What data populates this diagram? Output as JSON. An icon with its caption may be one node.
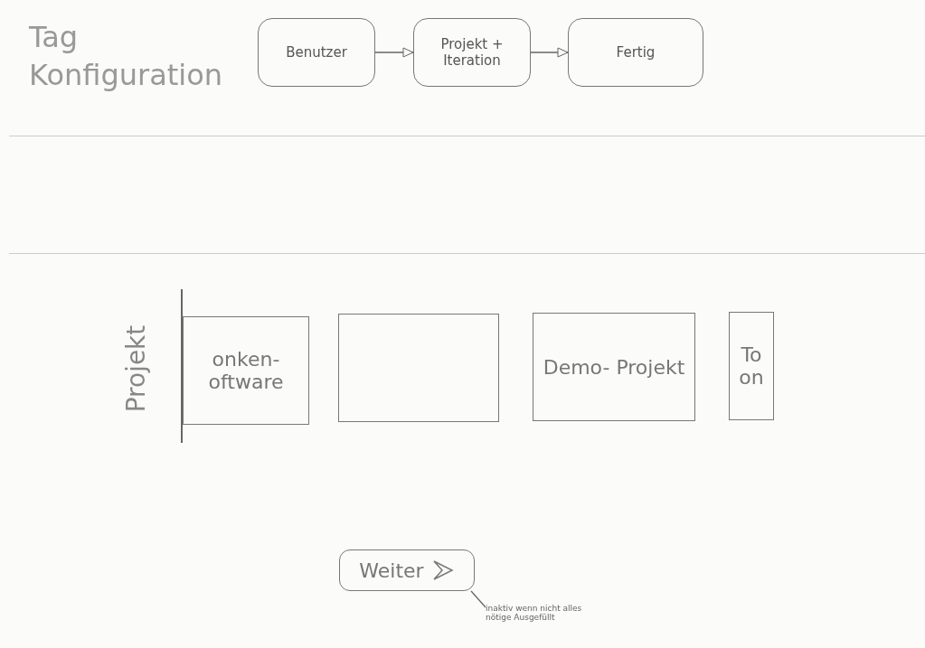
{
  "diagram": {
    "title": "Tag Konfiguration",
    "nodes": [
      {
        "text": [
          "Benutzer"
        ]
      },
      {
        "text": [
          "Projekt + Iteration"
        ]
      },
      {
        "text": [
          "Fertig"
        ]
      },
      {
        "text": [
          "Projekt"
        ]
      },
      {
        "text": [
          "onken- oftware"
        ],
        "in": 3
      },
      {
        "text": [],
        "shape": "box",
        "in": 3
      },
      {
        "text": [
          "Demo- Projekt"
        ],
        "in": 3
      },
      {
        "text": [
          "To on"
        ],
        "in": 3
      },
      {
        "text": [
          "Weiter"
        ]
      },
      {
        "text": [
          "inaktiv wenn nicht alles nötige Ausgefüllt"
        ]
      }
    ],
    "edges": [
      {
        "from": 0,
        "to": 1,
        "arrow": "to"
      },
      {
        "from": 1,
        "to": 2,
        "arrow": "to"
      },
      {
        "from": 9,
        "to": 8,
        "arrow": "none"
      }
    ]
  }
}
